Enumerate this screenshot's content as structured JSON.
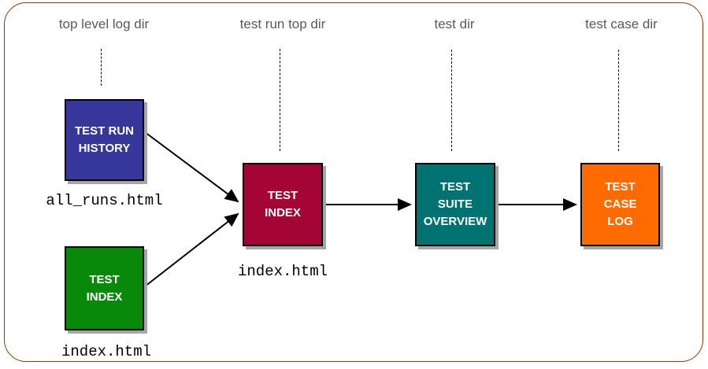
{
  "diagram": {
    "border_color": "#993300",
    "heading_color": "#595959",
    "columns": [
      {
        "label": "top level log dir"
      },
      {
        "label": "test run top dir"
      },
      {
        "label": "test dir"
      },
      {
        "label": "test case dir"
      }
    ],
    "nodes": [
      {
        "id": "test_run_history",
        "label": "TEST RUN\nHISTORY",
        "color": "#36369B",
        "file": "all_runs.html"
      },
      {
        "id": "test_index_run",
        "label": "TEST\nINDEX",
        "color": "#A50534",
        "file": "index.html"
      },
      {
        "id": "test_suite_overview",
        "label": "TEST\nSUITE\nOVERVIEW",
        "color": "#007272"
      },
      {
        "id": "test_case_log",
        "label": "TEST\nCASE\nLOG",
        "color": "#FF6B00"
      },
      {
        "id": "test_index_bottom",
        "label": "TEST\nINDEX",
        "color": "#098909",
        "file": "index.html"
      }
    ],
    "edges": [
      {
        "from": "test_run_history",
        "to": "test_index_run"
      },
      {
        "from": "test_index_bottom",
        "to": "test_index_run"
      },
      {
        "from": "test_index_run",
        "to": "test_suite_overview"
      },
      {
        "from": "test_suite_overview",
        "to": "test_case_log"
      }
    ]
  }
}
